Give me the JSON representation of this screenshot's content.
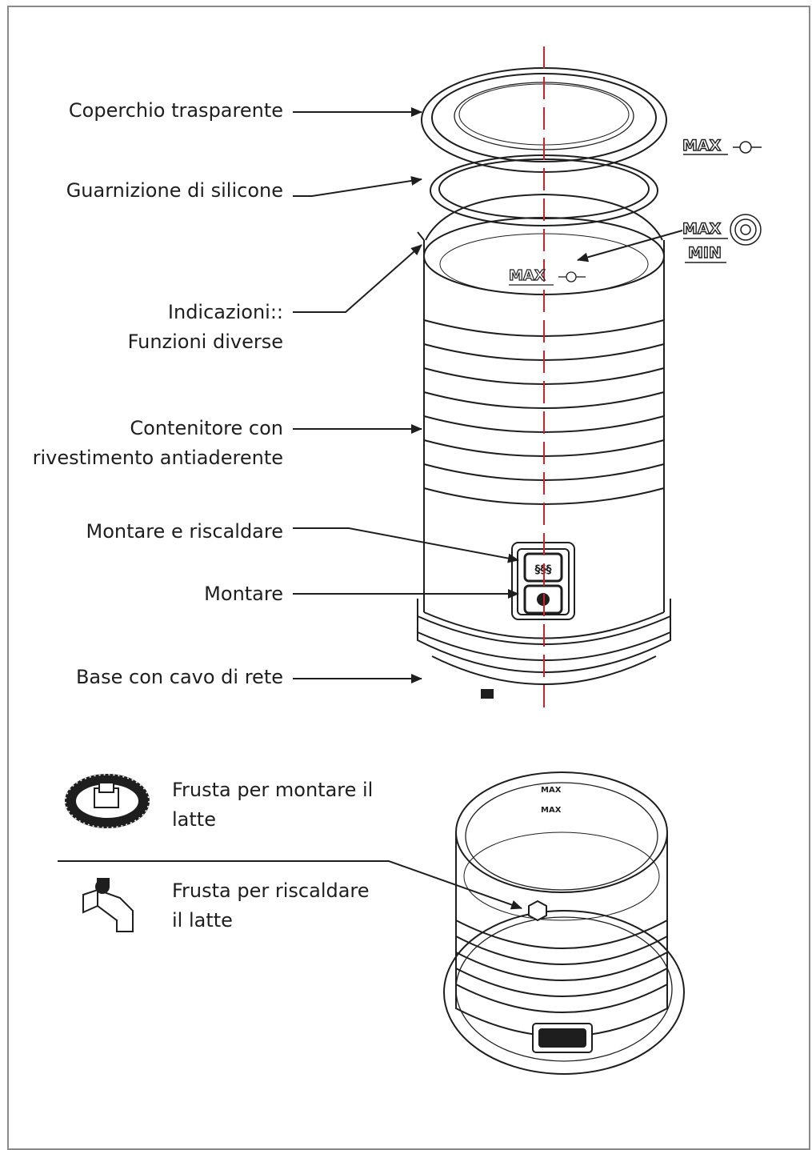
{
  "labels": {
    "lid": "Coperchio trasparente",
    "seal": "Guarnizione di silicone",
    "marks_line1": "Indicazioni::",
    "marks_line2": "Funzioni diverse",
    "container_line1": "Contenitore con",
    "container_line2": "rivestimento antiaderente",
    "froth_heat": "Montare e riscaldare",
    "froth": "Montare",
    "base": "Base con cavo di rete",
    "whisk_froth_line1": "Frusta per montare il",
    "whisk_froth_line2": "latte",
    "whisk_heat_line1": "Frusta per riscaldare",
    "whisk_heat_line2": "il latte"
  },
  "symbols": {
    "max1": "MAX",
    "max2": "MAX",
    "min": "MIN",
    "inner_max": "MAX",
    "bottom_max1": "MAX",
    "bottom_max2": "MAX"
  },
  "icons": [
    "milk-drop-icon",
    "steam-icon",
    "frothing-whisk-icon",
    "heating-whisk-icon"
  ],
  "colors": {
    "axis": "#d0212a",
    "line": "#1e1e1e",
    "frame": "#8a8a8a"
  }
}
